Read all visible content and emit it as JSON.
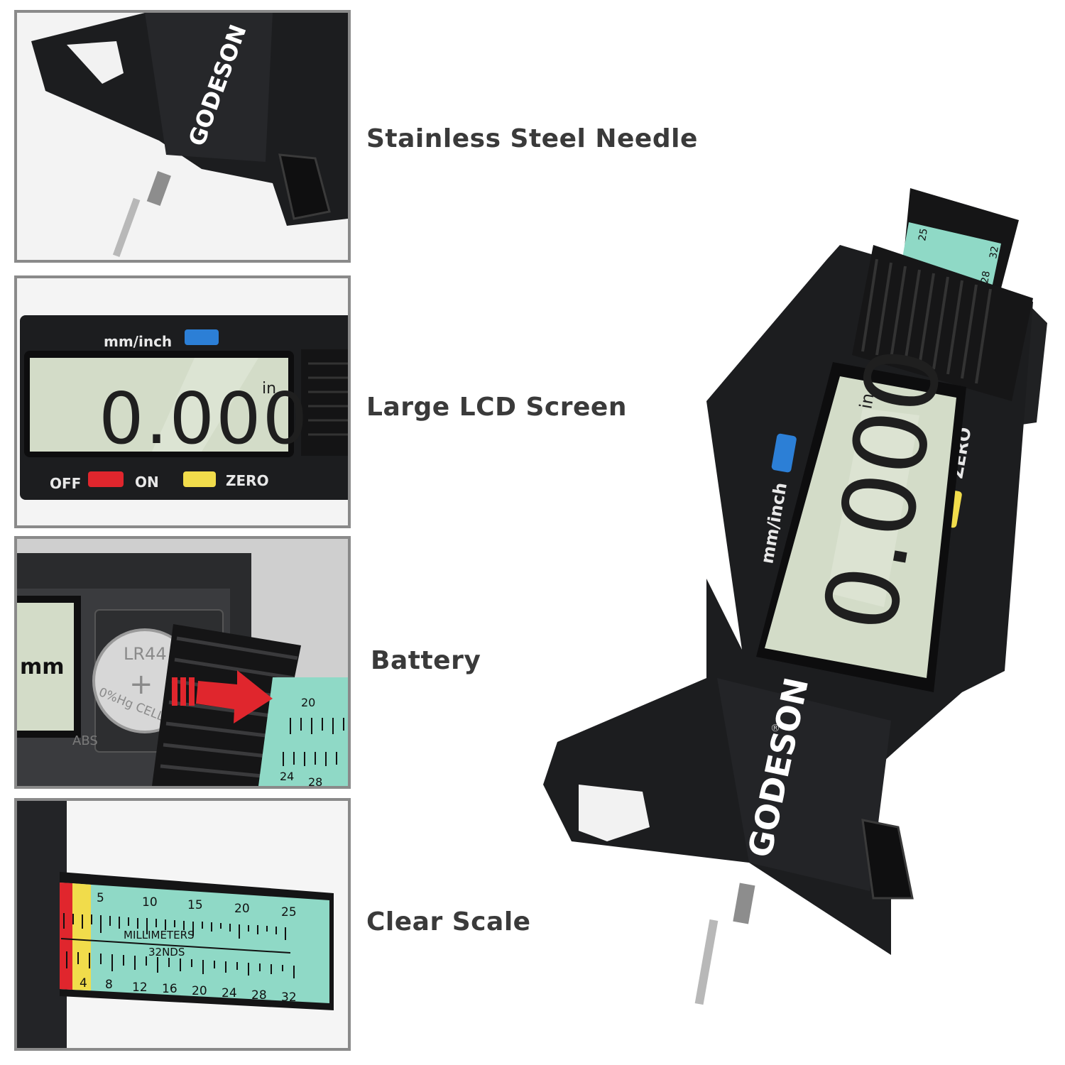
{
  "features": [
    {
      "label": "Stainless Steel Needle"
    },
    {
      "label": "Large LCD Screen"
    },
    {
      "label": "Battery"
    },
    {
      "label": "Clear Scale"
    }
  ],
  "device": {
    "brand": "GODESON",
    "registered_mark": "®",
    "lcd_reading": "0.000",
    "lcd_unit": "in",
    "buttons": {
      "mode": "mm/inch",
      "off": "OFF",
      "on": "ON",
      "zero": "ZERO"
    },
    "top_scale_labels": [
      "25",
      "28",
      "32"
    ]
  },
  "battery_panel": {
    "lcd_unit": "mm",
    "battery_text": "LR44",
    "battery_plus": "+",
    "battery_note": "0%Hg CELL",
    "abs_mark": "ABS",
    "scale_labels": [
      "20",
      "24",
      "28"
    ]
  },
  "scale_panel": {
    "mm_label": "MILLIMETERS",
    "inch_label": "32NDS",
    "mm_ticks": [
      "5",
      "10",
      "15",
      "20",
      "25"
    ],
    "nds_ticks": [
      "4",
      "8",
      "12",
      "16",
      "20",
      "24",
      "28",
      "32"
    ]
  },
  "colors": {
    "body": "#1c1d1f",
    "lcd": "#d3dcc8",
    "scale": "#8fd9c6",
    "button_blue": "#2c7fd6",
    "button_red": "#e0262d",
    "button_yellow": "#f1dc4b",
    "arrow_red": "#e0262d"
  }
}
